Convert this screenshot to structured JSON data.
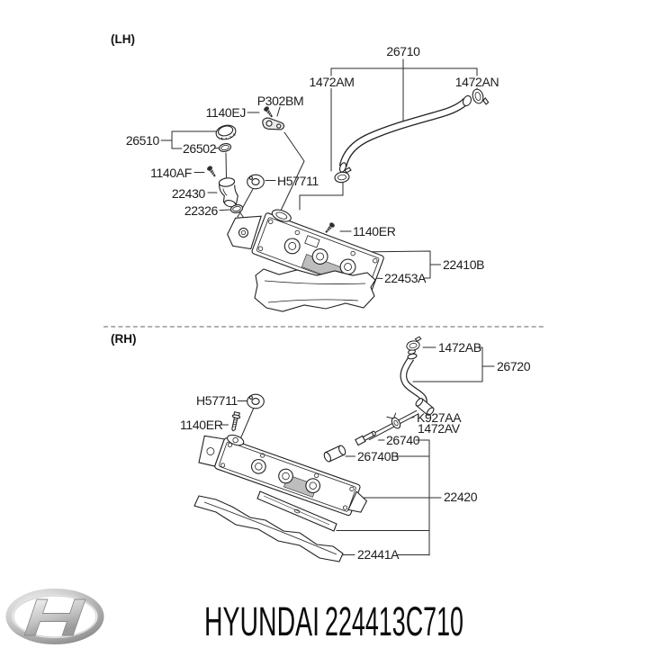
{
  "page": {
    "background": "#ffffff",
    "ink": "#2b2b2b"
  },
  "sections": {
    "lh": {
      "tag": "(LH)",
      "parts": {
        "hose_26710": "26710",
        "clamp_1472am": "1472AM",
        "clamp_1472an": "1472AN",
        "bracket_p302bm": "P302BM",
        "screw_1140ej": "1140EJ",
        "cap_26510": "26510",
        "ring_26502": "26502",
        "screw_1140af": "1140AF",
        "neck_22430": "22430",
        "oring_22326": "22326",
        "grommet_h57711": "H57711",
        "bolt_1140er": "1140ER",
        "cover_22410b": "22410B",
        "gasket_22453a": "22453A"
      }
    },
    "rh": {
      "tag": "(RH)",
      "parts": {
        "clamp_1472ab": "1472AB",
        "hose_26720": "26720",
        "grommet_h57711": "H57711",
        "bolt_1140er": "1140ER",
        "clamp_k927aa": "K927AA",
        "clamp_1472av": "1472AV",
        "pcv_26740": "26740",
        "bushing_26740b": "26740B",
        "cover_22420": "22420",
        "gasket_22441a": "22441A"
      }
    }
  },
  "footer": {
    "logo_icon": "hyundai-logo",
    "brand": "HYUNDAI",
    "part_number": "224413C710",
    "brand_color": "#0b0b0b",
    "logo_silver": "#b5b5b5"
  }
}
